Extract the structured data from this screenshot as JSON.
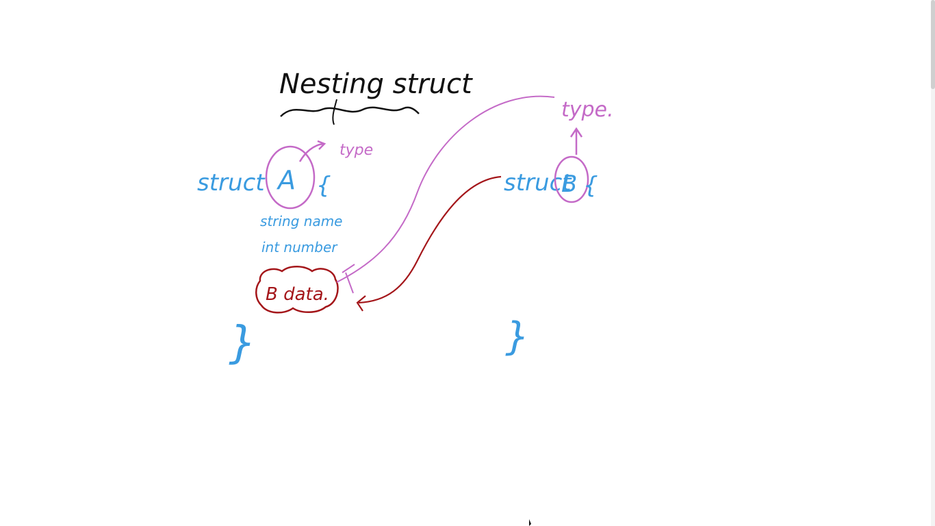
{
  "title": "Nesting struct",
  "struct_a": {
    "keyword": "struct",
    "name": "A",
    "open_brace": "{",
    "type_label": "type",
    "fields": [
      "string name",
      "int number"
    ],
    "nested_field": "B data.",
    "close_brace": "}"
  },
  "struct_b": {
    "keyword": "struct",
    "name": "B",
    "open_brace": "{",
    "type_label": "type.",
    "close_brace": "}"
  },
  "colors": {
    "ink_black": "#111111",
    "ink_blue": "#3a9be0",
    "ink_purple": "#c46ac7",
    "ink_red": "#a4161a"
  }
}
